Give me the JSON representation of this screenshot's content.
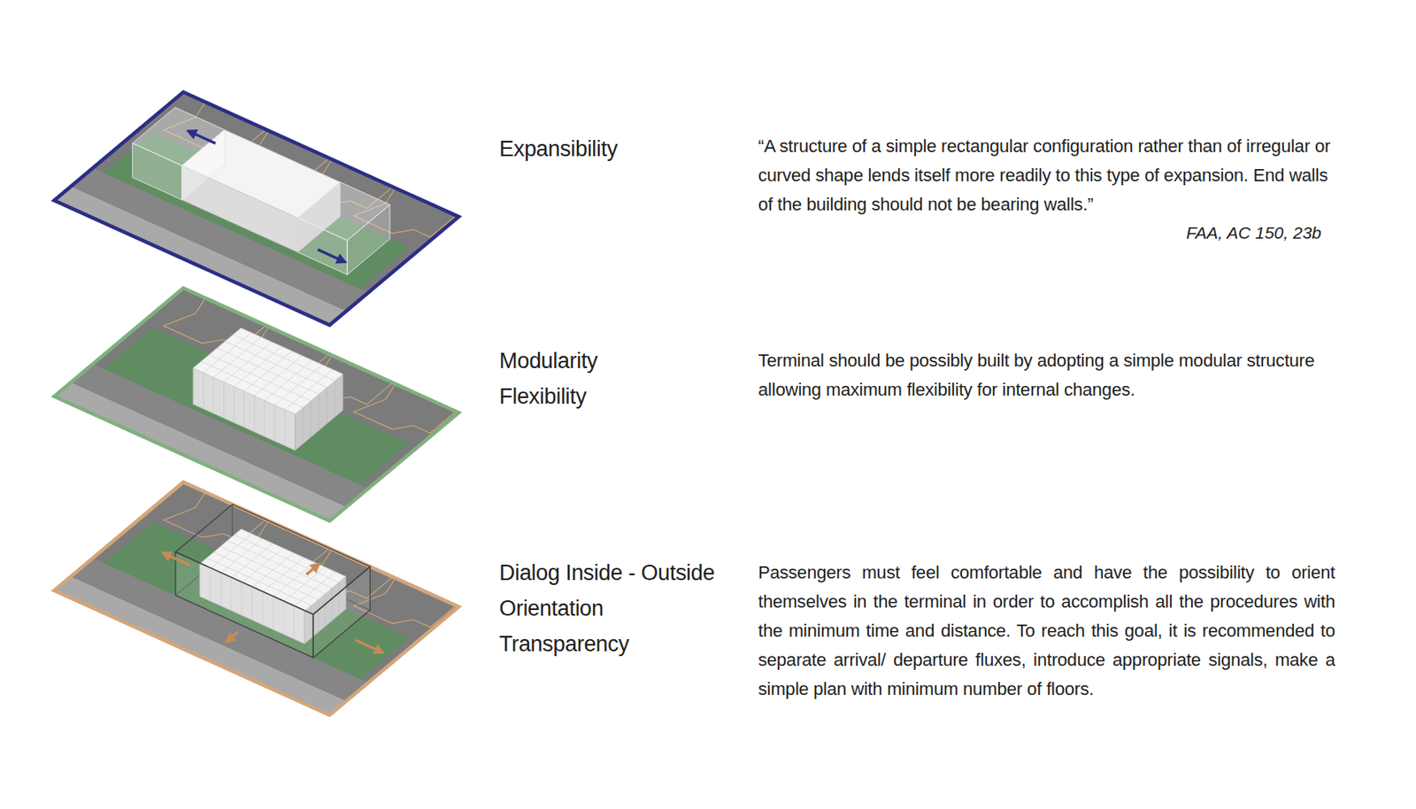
{
  "diagram": {
    "labels": [
      "Expansibility",
      "“A structure of a simple rectangular configuration rather than of irregular or curved shape lends itself more readily to this type of expansion. End walls of the building should not be bearing walls.”",
      "FAA, AC 150, 23b",
      "Modularity",
      "Flexibility",
      "Terminal should be possibly built by adopting a simple modular structure allowing maximum flexibility for internal changes.",
      "Dialog Inside - Outside",
      "Orientation",
      "Transparency",
      "Passengers must feel comfortable and have the possibility to orient themselves in the terminal in order to accomplish all the procedures with the minimum time and distance. To reach this goal, it is recommended to separate arrival/ departure fluxes, introduce appropriate signals, make a simple plan with minimum number of floors."
    ]
  }
}
